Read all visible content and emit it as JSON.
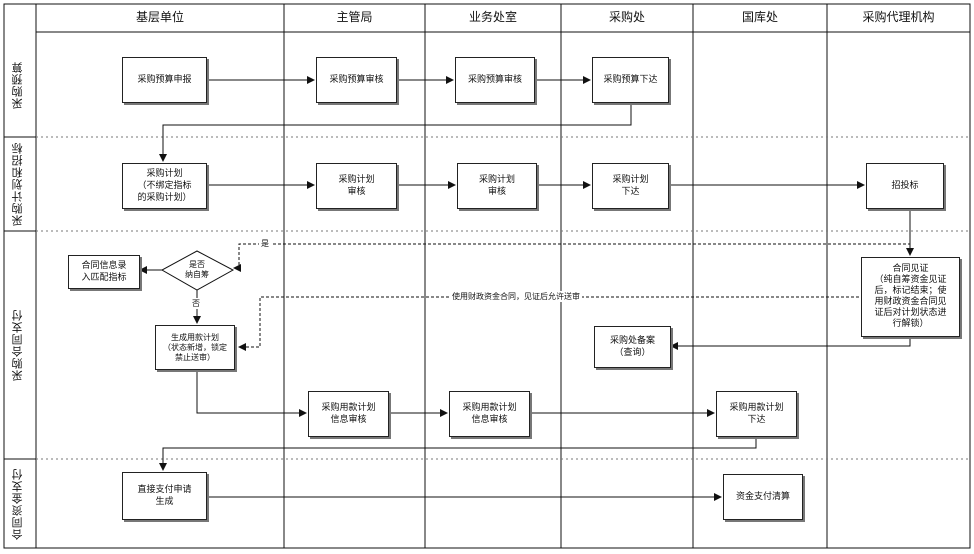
{
  "columns": [
    "基层单位",
    "主管局",
    "业务处室",
    "采购处",
    "国库处",
    "采购代理机构"
  ],
  "lanes": [
    "采购预算",
    "采购计划和招标",
    "采购合同支付",
    "合同资金支付"
  ],
  "nodes": {
    "budget_report": "采购预算申报",
    "budget_review_bureau": "采购预算审核",
    "budget_review_dept": "采购预算审核",
    "budget_issue": "采购预算下达",
    "plan_draft": "采购计划\n（不绑定指标\n的采购计划）",
    "plan_review_bureau": "采购计划\n审核",
    "plan_review_dept": "采购计划\n审核",
    "plan_issue": "采购计划\n下达",
    "bidding": "招投标",
    "contract_entry": "合同信息录\n入匹配指标",
    "decision": "是否\n纳自筹",
    "payment_plan": "生成用款计划\n（状态新增，锁定\n禁止送审）",
    "contract_witness": "合同见证\n（纯自筹资金见证\n后，标记结束；使\n用财政资金合同见\n证后对计划状态进\n行解锁）",
    "procurement_record": "采购处备案\n（查询）",
    "payment_review_bureau": "采购用款计划\n信息审核",
    "payment_review_dept": "采购用款计划\n信息审核",
    "payment_issue": "采购用款计划\n下达",
    "direct_payment": "直接支付申请\n生成",
    "fund_clearing": "资金支付清算"
  },
  "edge_labels": {
    "yes": "是",
    "no": "否",
    "fiscal_note": "使用财政资金合同，见证后允许送审"
  }
}
